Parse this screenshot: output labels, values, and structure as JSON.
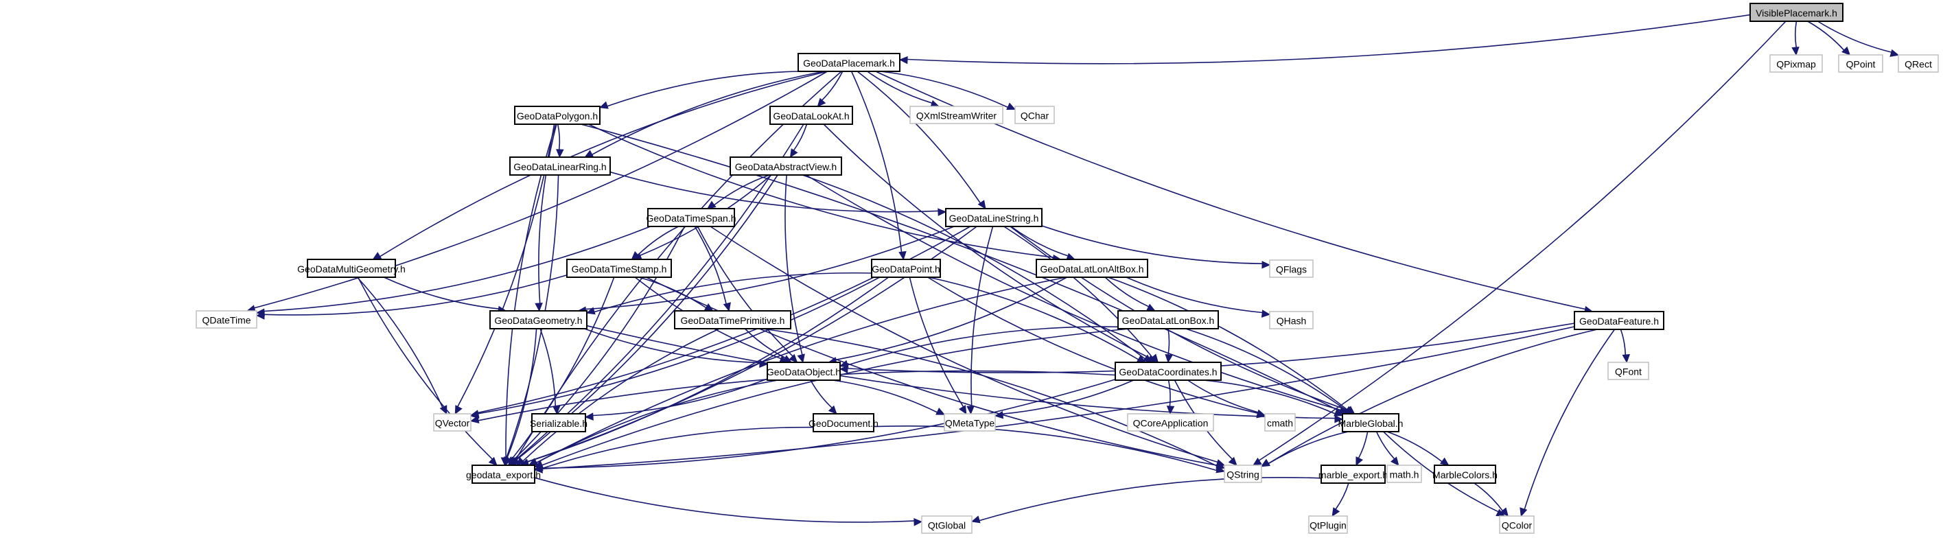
{
  "diagram": {
    "title": "VisiblePlacemark.h include dependency graph",
    "edge_color": "#191970",
    "internal_border_color": "#000000",
    "external_border_color": "#bfbfbf",
    "root_fill_color": "#bfbfbf",
    "nodes": [
      {
        "id": "VisiblePlacemark",
        "label": "VisiblePlacemark.h",
        "kind": "root"
      },
      {
        "id": "QPixmap",
        "label": "QPixmap",
        "kind": "external"
      },
      {
        "id": "QPoint",
        "label": "QPoint",
        "kind": "external"
      },
      {
        "id": "QRect",
        "label": "QRect",
        "kind": "external"
      },
      {
        "id": "GeoDataPlacemark",
        "label": "GeoDataPlacemark.h",
        "kind": "internal"
      },
      {
        "id": "GeoDataPolygon",
        "label": "GeoDataPolygon.h",
        "kind": "internal"
      },
      {
        "id": "GeoDataLookAt",
        "label": "GeoDataLookAt.h",
        "kind": "internal"
      },
      {
        "id": "QXmlStreamWriter",
        "label": "QXmlStreamWriter",
        "kind": "external"
      },
      {
        "id": "QChar",
        "label": "QChar",
        "kind": "external"
      },
      {
        "id": "GeoDataLinearRing",
        "label": "GeoDataLinearRing.h",
        "kind": "internal"
      },
      {
        "id": "GeoDataAbstractView",
        "label": "GeoDataAbstractView.h",
        "kind": "internal"
      },
      {
        "id": "GeoDataTimeSpan",
        "label": "GeoDataTimeSpan.h",
        "kind": "internal"
      },
      {
        "id": "GeoDataLineString",
        "label": "GeoDataLineString.h",
        "kind": "internal"
      },
      {
        "id": "QFlags",
        "label": "QFlags",
        "kind": "external"
      },
      {
        "id": "GeoDataMultiGeometry",
        "label": "GeoDataMultiGeometry.h",
        "kind": "internal"
      },
      {
        "id": "GeoDataTimeStamp",
        "label": "GeoDataTimeStamp.h",
        "kind": "internal"
      },
      {
        "id": "GeoDataPoint",
        "label": "GeoDataPoint.h",
        "kind": "internal"
      },
      {
        "id": "GeoDataLatLonAltBox",
        "label": "GeoDataLatLonAltBox.h",
        "kind": "internal"
      },
      {
        "id": "GeoDataFeature",
        "label": "GeoDataFeature.h",
        "kind": "internal"
      },
      {
        "id": "QDateTime",
        "label": "QDateTime",
        "kind": "external"
      },
      {
        "id": "GeoDataGeometry",
        "label": "GeoDataGeometry.h",
        "kind": "internal"
      },
      {
        "id": "GeoDataTimePrimitive",
        "label": "GeoDataTimePrimitive.h",
        "kind": "internal"
      },
      {
        "id": "GeoDataLatLonBox",
        "label": "GeoDataLatLonBox.h",
        "kind": "internal"
      },
      {
        "id": "QHash",
        "label": "QHash",
        "kind": "external"
      },
      {
        "id": "QFont",
        "label": "QFont",
        "kind": "external"
      },
      {
        "id": "GeoDataObject",
        "label": "GeoDataObject.h",
        "kind": "internal"
      },
      {
        "id": "GeoDataCoordinates",
        "label": "GeoDataCoordinates.h",
        "kind": "internal"
      },
      {
        "id": "QVector",
        "label": "QVector",
        "kind": "external"
      },
      {
        "id": "Serializable",
        "label": "Serializable.h",
        "kind": "internal"
      },
      {
        "id": "GeoDocument",
        "label": "GeoDocument.h",
        "kind": "internal"
      },
      {
        "id": "QMetaType",
        "label": "QMetaType",
        "kind": "external"
      },
      {
        "id": "QCoreApplication",
        "label": "QCoreApplication",
        "kind": "external"
      },
      {
        "id": "cmath",
        "label": "cmath",
        "kind": "external"
      },
      {
        "id": "MarbleGlobal",
        "label": "MarbleGlobal.h",
        "kind": "internal"
      },
      {
        "id": "geodata_export",
        "label": "geodata_export.h",
        "kind": "internal"
      },
      {
        "id": "QString",
        "label": "QString",
        "kind": "external"
      },
      {
        "id": "marble_export",
        "label": "marble_export.h",
        "kind": "internal"
      },
      {
        "id": "math_h",
        "label": "math.h",
        "kind": "external"
      },
      {
        "id": "MarbleColors",
        "label": "MarbleColors.h",
        "kind": "internal"
      },
      {
        "id": "QtGlobal",
        "label": "QtGlobal",
        "kind": "external"
      },
      {
        "id": "QtPlugin",
        "label": "QtPlugin",
        "kind": "external"
      },
      {
        "id": "QColor",
        "label": "QColor",
        "kind": "external"
      }
    ],
    "edges": [
      [
        "VisiblePlacemark",
        "GeoDataPlacemark"
      ],
      [
        "VisiblePlacemark",
        "QPixmap"
      ],
      [
        "VisiblePlacemark",
        "QPoint"
      ],
      [
        "VisiblePlacemark",
        "QRect"
      ],
      [
        "VisiblePlacemark",
        "QString"
      ],
      [
        "GeoDataPlacemark",
        "GeoDataPolygon"
      ],
      [
        "GeoDataPlacemark",
        "GeoDataLookAt"
      ],
      [
        "GeoDataPlacemark",
        "QXmlStreamWriter"
      ],
      [
        "GeoDataPlacemark",
        "QChar"
      ],
      [
        "GeoDataPlacemark",
        "GeoDataLinearRing"
      ],
      [
        "GeoDataPlacemark",
        "GeoDataLineString"
      ],
      [
        "GeoDataPlacemark",
        "GeoDataMultiGeometry"
      ],
      [
        "GeoDataPlacemark",
        "GeoDataPoint"
      ],
      [
        "GeoDataPlacemark",
        "GeoDataFeature"
      ],
      [
        "GeoDataPlacemark",
        "QDateTime"
      ],
      [
        "GeoDataPlacemark",
        "geodata_export"
      ],
      [
        "GeoDataPolygon",
        "GeoDataLinearRing"
      ],
      [
        "GeoDataPolygon",
        "GeoDataGeometry"
      ],
      [
        "GeoDataPolygon",
        "QVector"
      ],
      [
        "GeoDataPolygon",
        "GeoDataLatLonAltBox"
      ],
      [
        "GeoDataPolygon",
        "MarbleGlobal"
      ],
      [
        "GeoDataPolygon",
        "geodata_export"
      ],
      [
        "GeoDataLookAt",
        "GeoDataAbstractView"
      ],
      [
        "GeoDataLookAt",
        "GeoDataCoordinates"
      ],
      [
        "GeoDataLookAt",
        "geodata_export"
      ],
      [
        "GeoDataLinearRing",
        "GeoDataLineString"
      ],
      [
        "GeoDataLinearRing",
        "geodata_export"
      ],
      [
        "GeoDataAbstractView",
        "GeoDataTimeSpan"
      ],
      [
        "GeoDataAbstractView",
        "GeoDataTimeStamp"
      ],
      [
        "GeoDataAbstractView",
        "GeoDataObject"
      ],
      [
        "GeoDataAbstractView",
        "GeoDataCoordinates"
      ],
      [
        "GeoDataAbstractView",
        "MarbleGlobal"
      ],
      [
        "GeoDataAbstractView",
        "geodata_export"
      ],
      [
        "GeoDataTimeSpan",
        "GeoDataTimeStamp"
      ],
      [
        "GeoDataTimeSpan",
        "GeoDataTimePrimitive"
      ],
      [
        "GeoDataTimeSpan",
        "GeoDataObject"
      ],
      [
        "GeoDataTimeSpan",
        "QDateTime"
      ],
      [
        "GeoDataTimeSpan",
        "QString"
      ],
      [
        "GeoDataTimeSpan",
        "geodata_export"
      ],
      [
        "GeoDataLineString",
        "GeoDataLatLonAltBox"
      ],
      [
        "GeoDataLineString",
        "GeoDataGeometry"
      ],
      [
        "GeoDataLineString",
        "QFlags"
      ],
      [
        "GeoDataLineString",
        "QVector"
      ],
      [
        "GeoDataLineString",
        "QMetaType"
      ],
      [
        "GeoDataLineString",
        "GeoDataCoordinates"
      ],
      [
        "GeoDataLineString",
        "MarbleGlobal"
      ],
      [
        "GeoDataLineString",
        "geodata_export"
      ],
      [
        "GeoDataMultiGeometry",
        "GeoDataGeometry"
      ],
      [
        "GeoDataMultiGeometry",
        "QVector"
      ],
      [
        "GeoDataMultiGeometry",
        "geodata_export"
      ],
      [
        "GeoDataTimeStamp",
        "GeoDataTimePrimitive"
      ],
      [
        "GeoDataTimeStamp",
        "GeoDataObject"
      ],
      [
        "GeoDataTimeStamp",
        "QDateTime"
      ],
      [
        "GeoDataTimeStamp",
        "QString"
      ],
      [
        "GeoDataTimeStamp",
        "geodata_export"
      ],
      [
        "GeoDataPoint",
        "GeoDataGeometry"
      ],
      [
        "GeoDataPoint",
        "GeoDataCoordinates"
      ],
      [
        "GeoDataPoint",
        "QMetaType"
      ],
      [
        "GeoDataPoint",
        "QVector"
      ],
      [
        "GeoDataPoint",
        "cmath"
      ],
      [
        "GeoDataPoint",
        "geodata_export"
      ],
      [
        "GeoDataLatLonAltBox",
        "GeoDataLatLonBox"
      ],
      [
        "GeoDataLatLonAltBox",
        "GeoDataObject"
      ],
      [
        "GeoDataLatLonAltBox",
        "QHash"
      ],
      [
        "GeoDataLatLonAltBox",
        "MarbleGlobal"
      ],
      [
        "GeoDataLatLonAltBox",
        "geodata_export"
      ],
      [
        "GeoDataFeature",
        "QFont"
      ],
      [
        "GeoDataFeature",
        "QColor"
      ],
      [
        "GeoDataFeature",
        "GeoDataObject"
      ],
      [
        "GeoDataFeature",
        "QString"
      ],
      [
        "GeoDataFeature",
        "geodata_export"
      ],
      [
        "GeoDataGeometry",
        "GeoDataObject"
      ],
      [
        "GeoDataGeometry",
        "Serializable"
      ],
      [
        "GeoDataGeometry",
        "MarbleGlobal"
      ],
      [
        "GeoDataGeometry",
        "geodata_export"
      ],
      [
        "GeoDataTimePrimitive",
        "GeoDataObject"
      ],
      [
        "GeoDataTimePrimitive",
        "QString"
      ],
      [
        "GeoDataTimePrimitive",
        "geodata_export"
      ],
      [
        "GeoDataLatLonBox",
        "GeoDataCoordinates"
      ],
      [
        "GeoDataLatLonBox",
        "GeoDataObject"
      ],
      [
        "GeoDataLatLonBox",
        "MarbleGlobal"
      ],
      [
        "GeoDataLatLonBox",
        "geodata_export"
      ],
      [
        "GeoDataObject",
        "Serializable"
      ],
      [
        "GeoDataObject",
        "GeoDocument"
      ],
      [
        "GeoDataObject",
        "QMetaType"
      ],
      [
        "GeoDataObject",
        "geodata_export"
      ],
      [
        "GeoDataCoordinates",
        "QCoreApplication"
      ],
      [
        "GeoDataCoordinates",
        "cmath"
      ],
      [
        "GeoDataCoordinates",
        "MarbleGlobal"
      ],
      [
        "GeoDataCoordinates",
        "QVector"
      ],
      [
        "GeoDataCoordinates",
        "QMetaType"
      ],
      [
        "GeoDataCoordinates",
        "QString"
      ],
      [
        "GeoDataCoordinates",
        "geodata_export"
      ],
      [
        "GeoDocument",
        "geodata_export"
      ],
      [
        "GeoDocument",
        "QString"
      ],
      [
        "MarbleGlobal",
        "QString"
      ],
      [
        "MarbleGlobal",
        "marble_export"
      ],
      [
        "MarbleGlobal",
        "math_h"
      ],
      [
        "MarbleGlobal",
        "MarbleColors"
      ],
      [
        "MarbleGlobal",
        "QColor"
      ],
      [
        "marble_export",
        "QtPlugin"
      ],
      [
        "marble_export",
        "QtGlobal"
      ],
      [
        "MarbleColors",
        "QColor"
      ],
      [
        "geodata_export",
        "QtGlobal"
      ]
    ]
  }
}
